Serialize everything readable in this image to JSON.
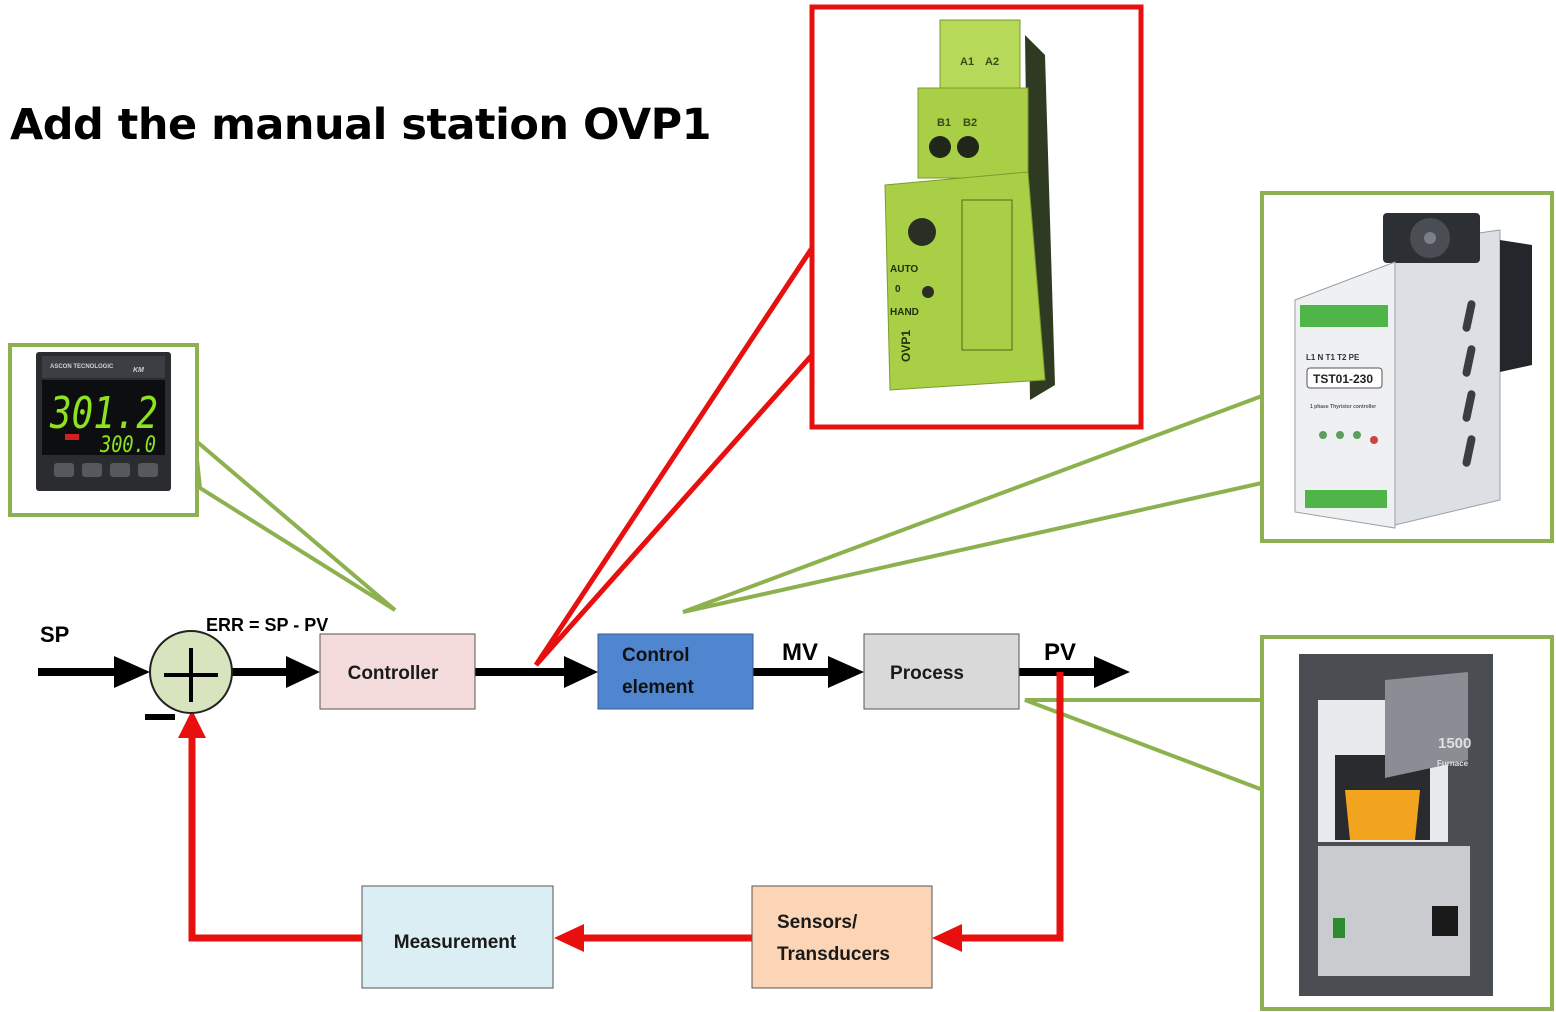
{
  "title": "Add the manual station OVP1",
  "labels": {
    "sp": "SP",
    "err": "ERR = SP - PV",
    "mv": "MV",
    "pv": "PV",
    "minus": "−"
  },
  "blocks": {
    "controller": "Controller",
    "control_element_1": "Control",
    "control_element_2": "element",
    "process": "Process",
    "sensors_1": "Sensors/",
    "sensors_2": "Transducers",
    "measurement": "Measurement"
  },
  "devices": {
    "controller_brand": "ASCON TECNOLOGIC",
    "controller_model": "KM",
    "controller_pv": "301.2",
    "controller_sp": "300.0",
    "ovp_a1": "A1",
    "ovp_a2": "A2",
    "ovp_b1": "B1",
    "ovp_b2": "B2",
    "ovp_auto": "AUTO",
    "ovp_zero": "0",
    "ovp_hand": "HAND",
    "ovp_model": "OVP1",
    "tst_model": "TST01-230",
    "tst_sub": "1 phase Thyristor controller",
    "tst_terminals": "L1  N  T1  T2  PE",
    "furnace_model": "1500",
    "furnace_name": "Furnace"
  },
  "colors": {
    "red": "#e8100f",
    "green_frame": "#8db14f",
    "controller_fill": "#f4dcdc",
    "control_fill": "#4f86cf",
    "process_fill": "#d9d9d9",
    "sensors_fill": "#fbd5b5",
    "measurement_fill": "#daeef3",
    "sum_fill": "#d7e4bd"
  }
}
